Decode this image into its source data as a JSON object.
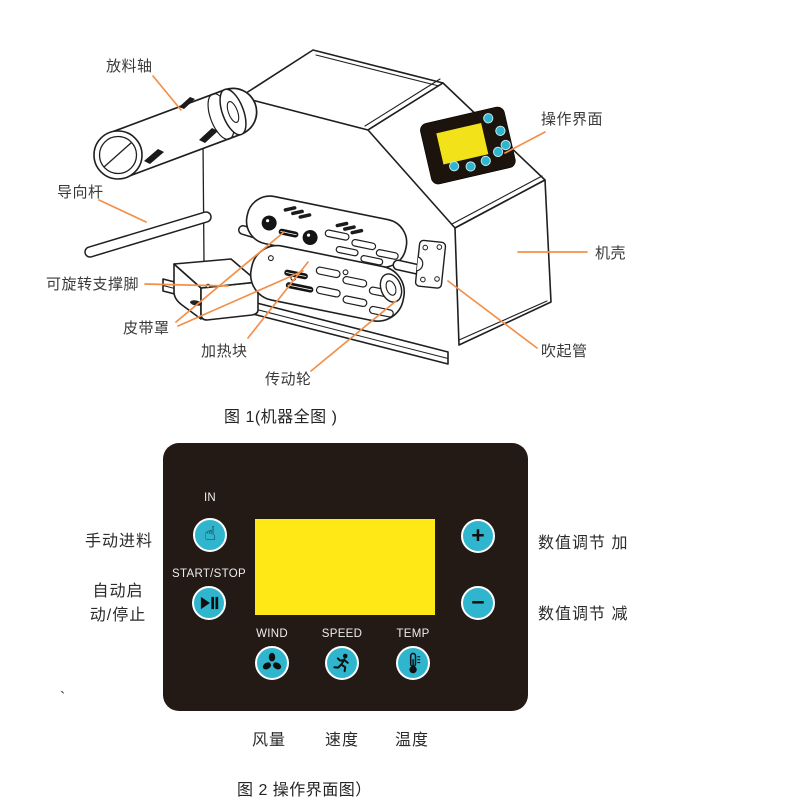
{
  "figure1": {
    "caption": "图 1(机器全图 )",
    "labels": {
      "release_shaft": "放料轴",
      "operation_panel": "操作界面",
      "guide_rod": "导向杆",
      "casing": "机壳",
      "rotatable_foot": "可旋转支撑脚",
      "belt_cover": "皮带罩",
      "heating_block": "加热块",
      "drive_wheel": "传动轮",
      "blow_pipe": "吹起管"
    }
  },
  "figure2": {
    "caption": "图 2 操作界面图）",
    "panel_buttons": {
      "in": "IN",
      "start_stop": "START/STOP",
      "wind": "WIND",
      "speed": "SPEED",
      "temp": "TEMP",
      "plus": "+",
      "minus": "−"
    },
    "icons": {
      "in": "hand-icon",
      "start_stop": "play-pause-icon",
      "wind": "fan-icon",
      "speed": "runner-icon",
      "temp": "thermometer-icon",
      "hand_glyph": "☝"
    },
    "side_labels": {
      "manual_feed": "手动进料",
      "auto_line1": "自动启",
      "auto_line2": "动/停止",
      "value_up": "数值调节 加",
      "value_down": "数值调节 减"
    },
    "bottom_labels": {
      "wind": "风量",
      "speed": "速度",
      "temp": "温度"
    }
  },
  "stray_mark": "`",
  "colors": {
    "leader_line": "#F2904A",
    "panel_bg": "#241A15",
    "button_cyan": "#2FB6CE",
    "screen_yellow": "#FFE815",
    "line_art": "#1F1F1F"
  }
}
